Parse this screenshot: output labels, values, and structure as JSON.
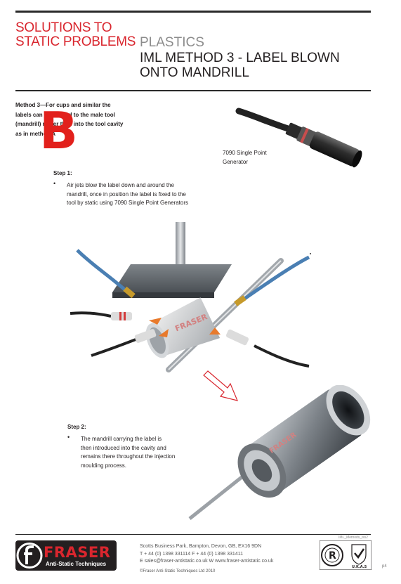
{
  "header": {
    "section_line1": "SOLUTIONS TO",
    "section_line2": "STATIC PROBLEMS",
    "category": "PLASTICS",
    "title_line1": "IML METHOD 3 - LABEL BLOWN",
    "title_line2": "ONTO MANDRILL"
  },
  "intro": {
    "line1": "Method 3—For cups and similar the",
    "line2": "labels can be applied to the male tool",
    "line3": "(mandrill) rather than into the tool cavity",
    "line4": "as in method A",
    "overlay_letter": "B"
  },
  "generator_caption": {
    "line1": "7090 Single Point",
    "line2": "Generator"
  },
  "step1": {
    "heading": "Step 1:",
    "bullet": "•",
    "line1": "Air jets blow the label down and around the",
    "line2": "mandrill, once in position the label is fixed to the",
    "line3": "tool by static using 7090 Single Point Generators"
  },
  "step2": {
    "heading": "Step 2:",
    "bullet": "•",
    "line1": "The mandrill carrying the label is",
    "line2": "then introduced into the cavity and",
    "line3": "remains there throughout the injection",
    "line4": "moulding process."
  },
  "illustration": {
    "cup_label_1": "FRASER",
    "cup_label_2": "FRASER"
  },
  "footer": {
    "address": "Scotts Business Park, Bampton, Devon, GB, EX16 9DN",
    "phone": "T + 44 (0) 1398 331114 F + 44 (0) 1398 331411",
    "contact": "E sales@fraser-antistatic.co.uk  W www.fraser-antistatic.co.uk",
    "copyright": "©Fraser Anti-Static Techniques Ltd 2010",
    "doc_ref": "IML_Methods_iss2",
    "page": "p4",
    "logo_name": "FRASER",
    "logo_tagline": "Anti-Static Techniques",
    "cert_text": "U.K.A.S"
  },
  "colors": {
    "accent_red": "#d9262e",
    "text_dark": "#231f20",
    "grey": "#8c8c8c"
  }
}
